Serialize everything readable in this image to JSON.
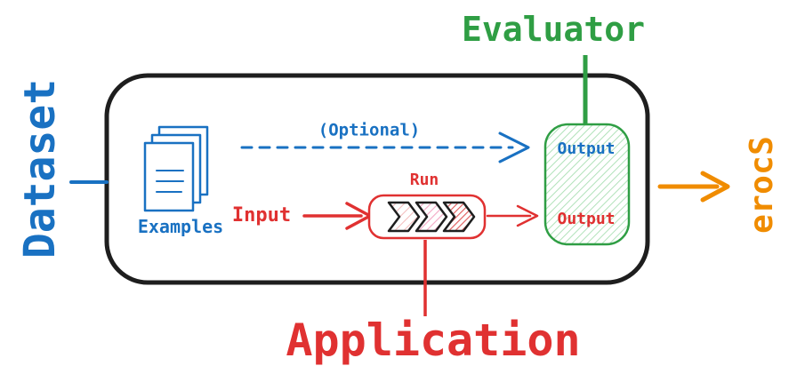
{
  "colors": {
    "blue": "#1971c2",
    "green": "#2f9e44",
    "red": "#e03131",
    "orange": "#f08c00",
    "ink": "#1e1e1e",
    "green_hatch": "#a9dfb3",
    "red_hatch_light": "#f2b3b3",
    "pink_hatch": "#f3a6c4",
    "red_hatch": "#e05a5a"
  },
  "nodes": {
    "dataset": "Dataset",
    "examples": "Examples",
    "input": "Input",
    "run": "Run",
    "application": "Application",
    "evaluator": "Evaluator",
    "optional": "(Optional)",
    "evaluator_output": "Output",
    "app_output": "Output",
    "score": "Score"
  },
  "icons": {
    "examples": "documents-icon"
  }
}
